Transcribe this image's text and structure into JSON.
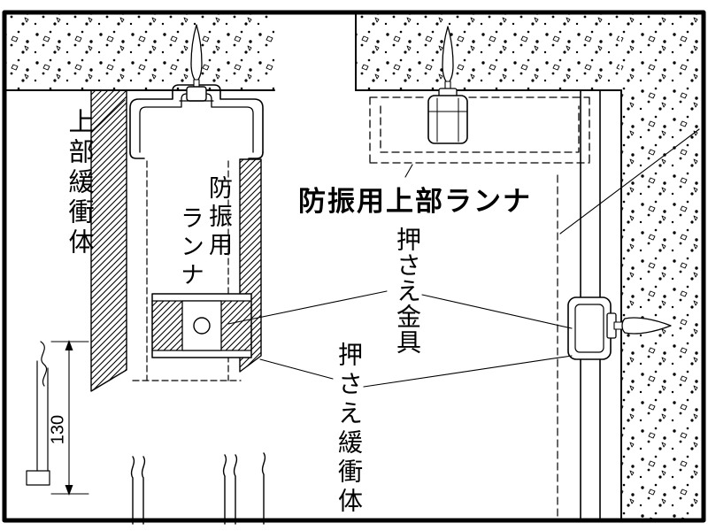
{
  "diagram": {
    "labels": {
      "upper_buffer": "上部緩衝体",
      "vibration_runner_col1": "防振用",
      "vibration_runner_col2": "ランナ",
      "vibration_upper_runner": "防振用上部ランナ",
      "holding_bracket": "押さえ金具",
      "holding_buffer": "押さえ緩衝体",
      "dimension_130": "130"
    },
    "colors": {
      "line": "#000000",
      "background": "#ffffff"
    }
  }
}
